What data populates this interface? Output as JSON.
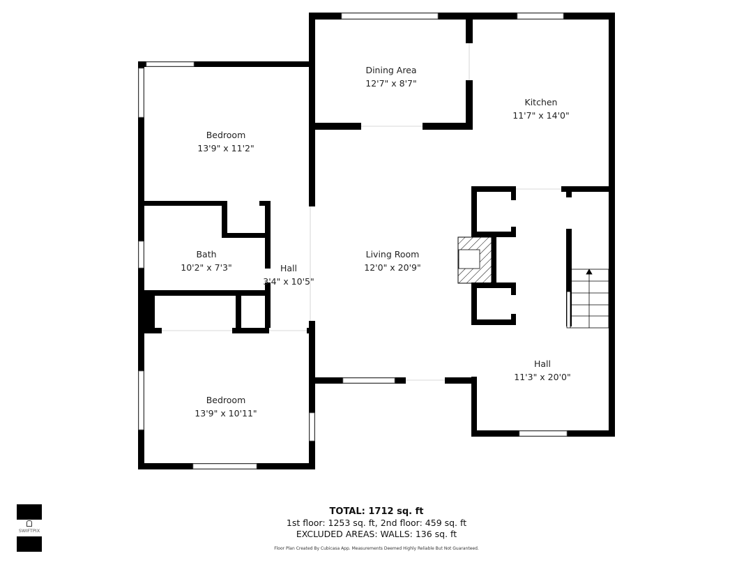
{
  "rooms": [
    {
      "name": "Dining Area",
      "size": "12'7\" x 8'7\""
    },
    {
      "name": "Kitchen",
      "size": "11'7\" x 14'0\""
    },
    {
      "name": "Bedroom",
      "size": "13'9\" x 11'2\""
    },
    {
      "name": "Bath",
      "size": "10'2\" x 7'3\""
    },
    {
      "name": "Hall",
      "size": "3'4\" x 10'5\""
    },
    {
      "name": "Living Room",
      "size": "12'0\" x 20'9\""
    },
    {
      "name": "Hall",
      "size": "11'3\" x 20'0\""
    },
    {
      "name": "Bedroom",
      "size": "13'9\" x 10'11\""
    }
  ],
  "summary": {
    "total": "TOTAL: 1712 sq. ft",
    "floors": "1st floor: 1253 sq. ft, 2nd floor: 459 sq. ft",
    "excluded": "EXCLUDED AREAS: WALLS: 136 sq. ft",
    "disclaimer": "Floor Plan Created By Cubicasa App. Measurements Deemed Highly Reliable But Not Guaranteed."
  },
  "logo": {
    "text": "SWIFTPIX"
  },
  "colors": {
    "wall": "#000000",
    "window": "#ffffff",
    "background": "#ffffff"
  }
}
